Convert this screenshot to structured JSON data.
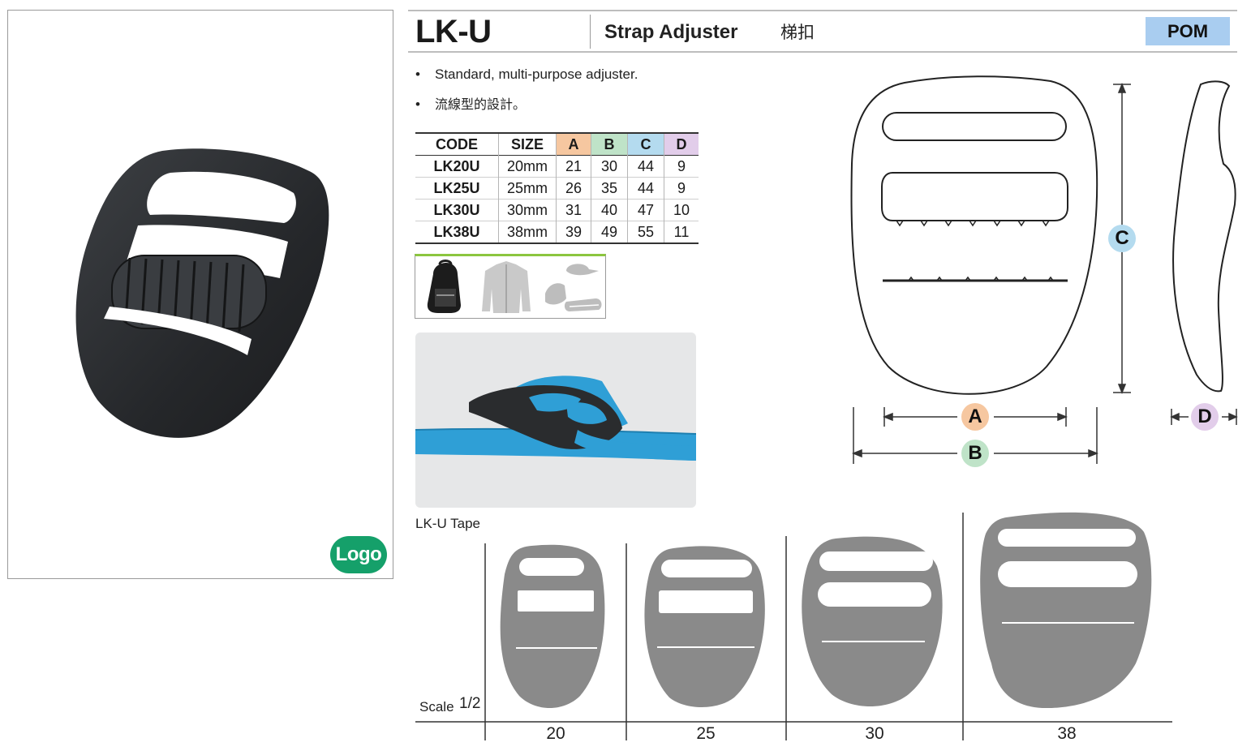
{
  "header": {
    "model_code": "LK-U",
    "product_name": "Strap Adjuster",
    "product_name_cn": "梯扣",
    "material": "POM"
  },
  "bullets": [
    "Standard, multi-purpose adjuster.",
    "流線型的設計。"
  ],
  "photo": {
    "logo_label": "Logo"
  },
  "table": {
    "headers": [
      "CODE",
      "SIZE",
      "A",
      "B",
      "C",
      "D"
    ],
    "header_colors": {
      "A": "#f6c7a0",
      "B": "#bfe3c8",
      "C": "#b4dbef",
      "D": "#e2cdea"
    },
    "rows": [
      [
        "LK20U",
        "20mm",
        "21",
        "30",
        "44",
        "9"
      ],
      [
        "LK25U",
        "25mm",
        "26",
        "35",
        "44",
        "9"
      ],
      [
        "LK30U",
        "30mm",
        "31",
        "40",
        "47",
        "10"
      ],
      [
        "LK38U",
        "38mm",
        "39",
        "49",
        "55",
        "11"
      ]
    ]
  },
  "applications": [
    "backpack-icon",
    "jacket-icon",
    "cap-gloves-shoes-icon"
  ],
  "drawing": {
    "labels": {
      "A": "A",
      "B": "B",
      "C": "C",
      "D": "D"
    },
    "label_colors": {
      "A": "#f6c7a0",
      "B": "#bfe3c8",
      "C": "#b4dbef",
      "D": "#e2cdea"
    }
  },
  "tape": {
    "title": "LK-U Tape",
    "scale_word": "Scale",
    "scale_fraction": "1/2",
    "sizes": [
      "20",
      "25",
      "30",
      "38"
    ]
  },
  "colors": {
    "logo_green": "#15a06a",
    "material_blue": "#a9cdf0",
    "strap_blue": "#2f9fd6",
    "buckle_black": "#2a2c2e",
    "silhouette_gray": "#8a8a8a"
  }
}
